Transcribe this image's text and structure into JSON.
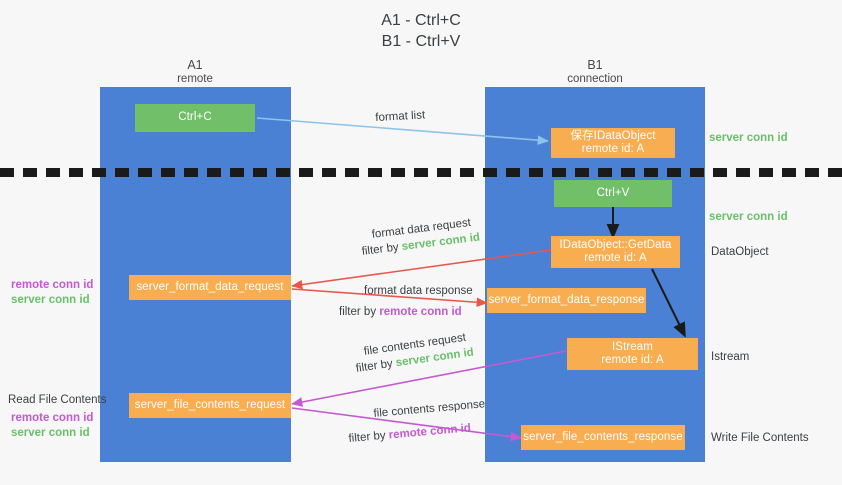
{
  "title": "A1 - Ctrl+C\nB1 - Ctrl+V",
  "lanes": [
    {
      "name": "A1",
      "sub": "remote"
    },
    {
      "name": "B1",
      "sub": "connection"
    }
  ],
  "nodes": {
    "ctrl_c": {
      "label": "Ctrl+C"
    },
    "ctrl_v": {
      "label": "Ctrl+V"
    },
    "save_dataobject": {
      "line1": "保存IDataObject",
      "line2": "remote id: A"
    },
    "getdata": {
      "line1": "IDataObject::GetData",
      "line2": "remote id: A"
    },
    "istream": {
      "line1": "IStream",
      "line2": "remote id: A"
    },
    "server_format_data_request": {
      "label": "server_format_data_request"
    },
    "server_format_data_response": {
      "label": "server_format_data_response"
    },
    "server_file_contents_request": {
      "label": "server_file_contents_request"
    },
    "server_file_contents_response": {
      "label": "server_file_contents_response"
    }
  },
  "right_labels": {
    "server_conn_id_1": "server conn id",
    "server_conn_id_2": "server conn id",
    "dataobject": "DataObject",
    "istream": "Istream",
    "write_file_contents": "Write File Contents"
  },
  "left_labels": {
    "remote_conn_id_1": "remote conn id",
    "server_conn_id_1": "server conn id",
    "read_file_contents": "Read File Contents",
    "remote_conn_id_2": "remote conn id",
    "server_conn_id_2": "server conn id"
  },
  "captions": {
    "format_list": "format list",
    "format_data_request": "format data request",
    "format_data_request_filter_prefix": "filter by ",
    "format_data_request_filter_value": "server conn id",
    "format_data_response": "format data response",
    "format_data_response_filter_prefix": "filter by ",
    "format_data_response_filter_value": "remote conn id",
    "file_contents_request": "file contents request",
    "file_contents_request_filter_prefix": "filter by ",
    "file_contents_request_filter_value": "server conn id",
    "file_contents_response": "file contents response",
    "file_contents_response_filter_prefix": "filter by ",
    "file_contents_response_filter_value": "remote conn id"
  },
  "colors": {
    "lane": "#4a81d4",
    "green": "#72bf6a",
    "orange": "#f9ad51",
    "server": "#69c069",
    "remote": "#c45ad0",
    "arrow_light_blue": "#8ec4ea",
    "arrow_red": "#e8574c",
    "arrow_magenta": "#c45ad0",
    "arrow_black": "#1a1a1a"
  }
}
